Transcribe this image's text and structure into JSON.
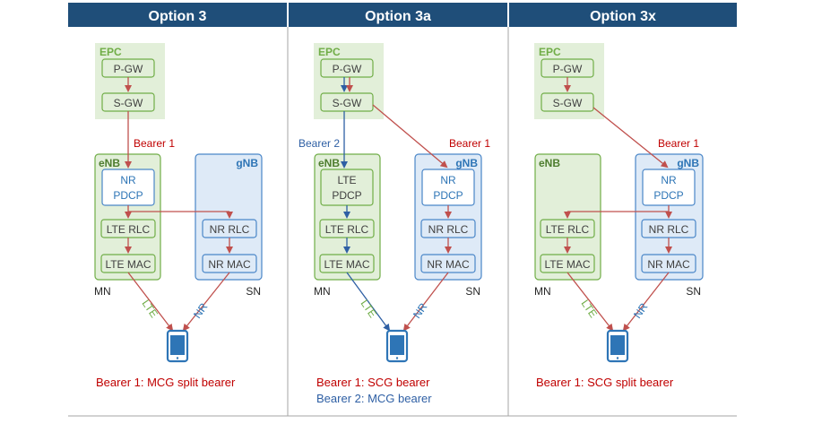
{
  "colors": {
    "header_bg": "#1f4e79",
    "header_text": "#ffffff",
    "green": "#70ad47",
    "green_fill": "#e2efd9",
    "green_text": "#4e7d2f",
    "blue": "#4a86c8",
    "blue_fill": "#deeaf7",
    "blue_text": "#2e75b6",
    "red": "#c0504d",
    "red_text": "#c00000",
    "dark_blue_arrow": "#2e5fa4",
    "divider": "#a6a6a6",
    "panel_border": "#bfbfbf"
  },
  "icons": {
    "phone": "smartphone-icon"
  },
  "panels": [
    {
      "title": "Option 3",
      "epc": {
        "label": "EPC",
        "pgw": "P-GW",
        "sgw": "S-GW"
      },
      "enb": {
        "label": "eNB",
        "pdcp": [
          "NR",
          "PDCP"
        ],
        "rlc": "LTE RLC",
        "mac": "LTE MAC"
      },
      "gnb": {
        "label": "gNB",
        "rlc": "NR RLC",
        "mac": "NR MAC"
      },
      "bearer_label": "Bearer 1",
      "mn": "MN",
      "sn": "SN",
      "lte": "LTE",
      "nr": "NR",
      "captions": [
        "Bearer 1: MCG split bearer"
      ]
    },
    {
      "title": "Option 3a",
      "epc": {
        "label": "EPC",
        "pgw": "P-GW",
        "sgw": "S-GW"
      },
      "enb": {
        "label": "eNB",
        "pdcp": [
          "LTE",
          "PDCP"
        ],
        "rlc": "LTE RLC",
        "mac": "LTE MAC"
      },
      "gnb": {
        "label": "gNB",
        "pdcp": [
          "NR",
          "PDCP"
        ],
        "rlc": "NR RLC",
        "mac": "NR MAC"
      },
      "bearer1_label": "Bearer 1",
      "bearer2_label": "Bearer 2",
      "mn": "MN",
      "sn": "SN",
      "lte": "LTE",
      "nr": "NR",
      "captions": [
        "Bearer 1: SCG bearer",
        "Bearer 2: MCG bearer"
      ]
    },
    {
      "title": "Option 3x",
      "epc": {
        "label": "EPC",
        "pgw": "P-GW",
        "sgw": "S-GW"
      },
      "enb": {
        "label": "eNB",
        "rlc": "LTE RLC",
        "mac": "LTE MAC"
      },
      "gnb": {
        "label": "gNB",
        "pdcp": [
          "NR",
          "PDCP"
        ],
        "rlc": "NR RLC",
        "mac": "NR MAC"
      },
      "bearer_label": "Bearer 1",
      "mn": "MN",
      "sn": "SN",
      "lte": "LTE",
      "nr": "NR",
      "captions": [
        "Bearer 1: SCG split bearer"
      ]
    }
  ]
}
